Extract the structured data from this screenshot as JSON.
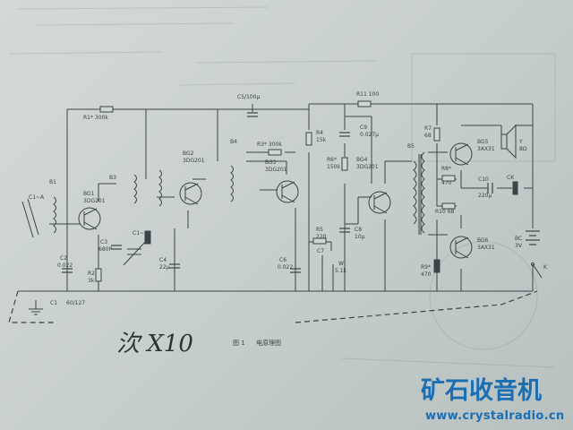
{
  "caption": {
    "figure_number": "图 1",
    "title": "电原理图"
  },
  "handwritten_note": "㳄 X10",
  "watermark": {
    "name": "矿石收音机",
    "url": "www.crystalradio.cn"
  },
  "components": {
    "R11": "R11 100",
    "C5": "C5/100μ",
    "R1": "R1* 300k",
    "R3": "R3* 300k",
    "R4": "R4",
    "R4v": "15k",
    "C9": "C9",
    "C9v": "0.027μ",
    "R6": "R6*",
    "R6v": "150k",
    "R7": "R7",
    "R7v": "68",
    "BG5": "BG5",
    "BG5t": "3AX31",
    "SP": "Y",
    "SPv": "8Ω",
    "L1": "C1~A",
    "B1": "B1",
    "BG1": "BG1",
    "BG1t": "3DG201",
    "R2": "R2",
    "R2v": "3k",
    "C2": "C2",
    "C2v": "0.022",
    "C1": "C1",
    "C1v": "60/127",
    "B3": "B3",
    "C3": "C3",
    "C3v": "680P",
    "C1B": "C1~B",
    "C4": "C4",
    "C4v": "22μ",
    "BG2": "BG2",
    "BG2t": "3DG201",
    "B4": "B4",
    "BG3": "BG3",
    "BG3t": "3DG201",
    "R5": "R5",
    "R5v": "220",
    "C6": "C6",
    "C6v": "0.022",
    "C7": "C7",
    "W": "W",
    "Wv": "5.1k",
    "C8": "C8",
    "C8v": "10μ",
    "BG4": "BG4",
    "BG4t": "3DG201",
    "B5": "B5",
    "R8": "R8*",
    "R8v": "470",
    "C10": "C10",
    "C10v": "220μ",
    "CK": "CK",
    "R10": "R10 68",
    "BG6": "BG6",
    "BG6t": "3AX31",
    "R9": "R9*",
    "R9v": "470",
    "BC": "BC",
    "BCv": "3V",
    "K": "K"
  },
  "colors": {
    "ink": "#3b4446",
    "watermark": "#1a6eb2",
    "paper": "#cfd6d4"
  }
}
